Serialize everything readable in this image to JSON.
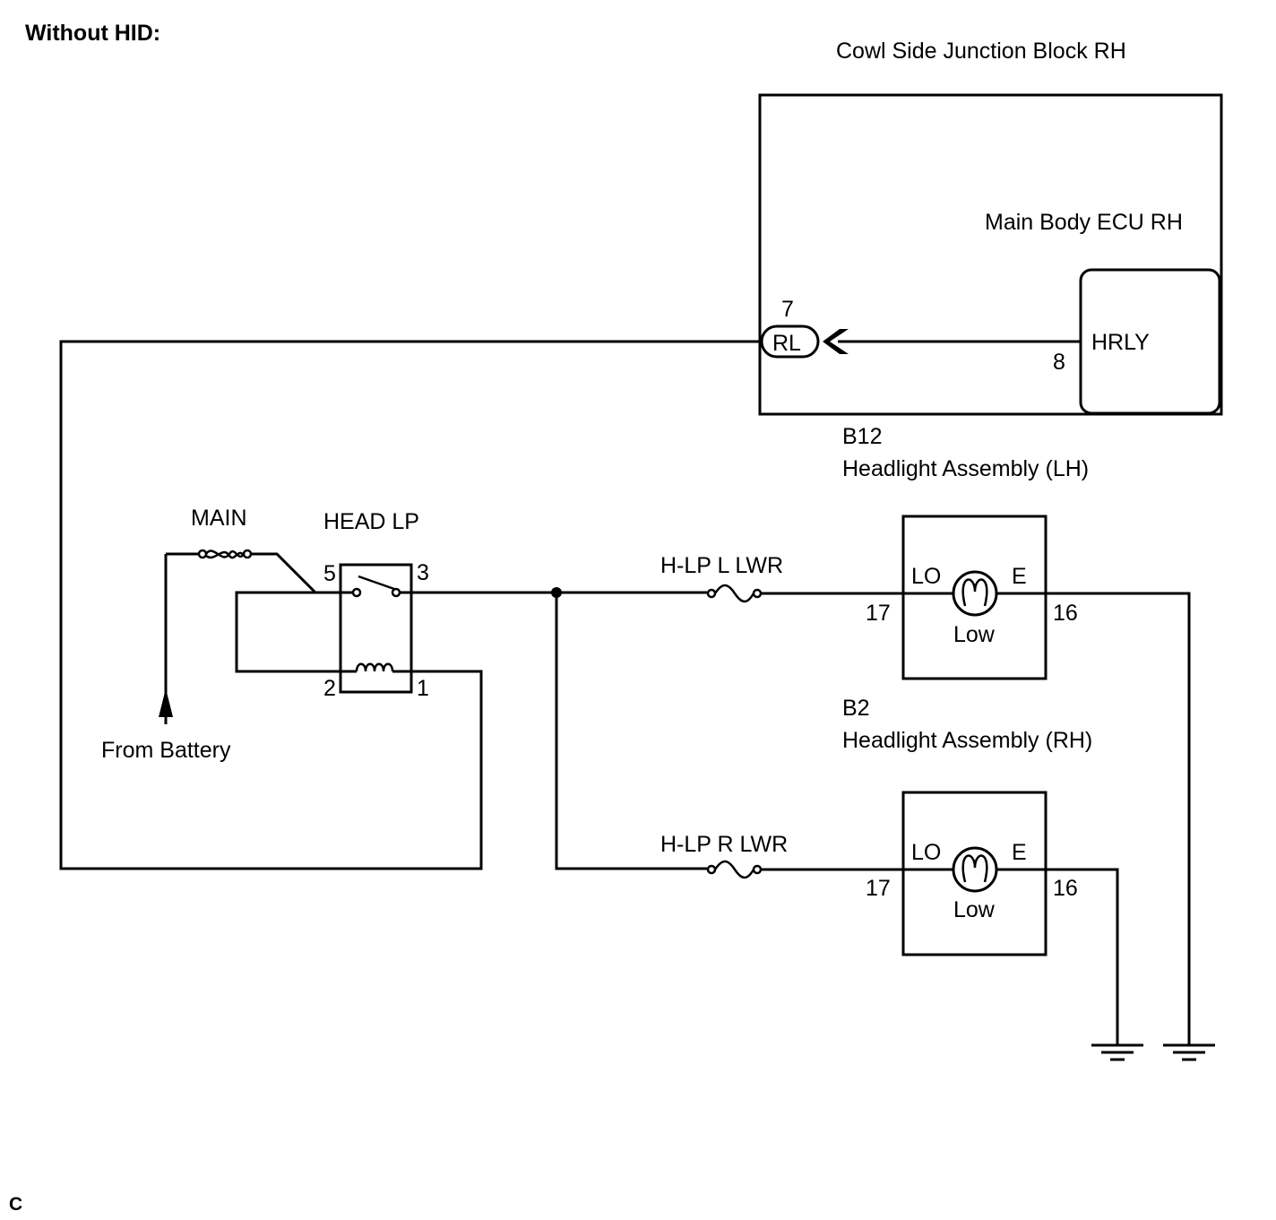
{
  "header": {
    "title": "Without HID:"
  },
  "footer": {
    "code": "C"
  },
  "junction_block": {
    "title": "Cowl Side Junction Block RH",
    "ecu_label": "Main Body ECU RH",
    "hrly_label": "HRLY",
    "pin_in": "7",
    "pin_out": "8",
    "connector_label": "RL"
  },
  "headlight_lh": {
    "code": "B12",
    "title": "Headlight Assembly (LH)",
    "lo_label": "LO",
    "e_label": "E",
    "bulb_label": "Low",
    "pin_lo": "17",
    "pin_e": "16"
  },
  "headlight_rh": {
    "code": "B2",
    "title": "Headlight Assembly (RH)",
    "lo_label": "LO",
    "e_label": "E",
    "bulb_label": "Low",
    "pin_lo": "17",
    "pin_e": "16"
  },
  "relay": {
    "title": "HEAD LP",
    "pin5": "5",
    "pin3": "3",
    "pin2": "2",
    "pin1": "1"
  },
  "fuses": {
    "main": "MAIN",
    "lh": "H-LP L LWR",
    "rh": "H-LP R LWR"
  },
  "battery": {
    "label": "From Battery"
  }
}
